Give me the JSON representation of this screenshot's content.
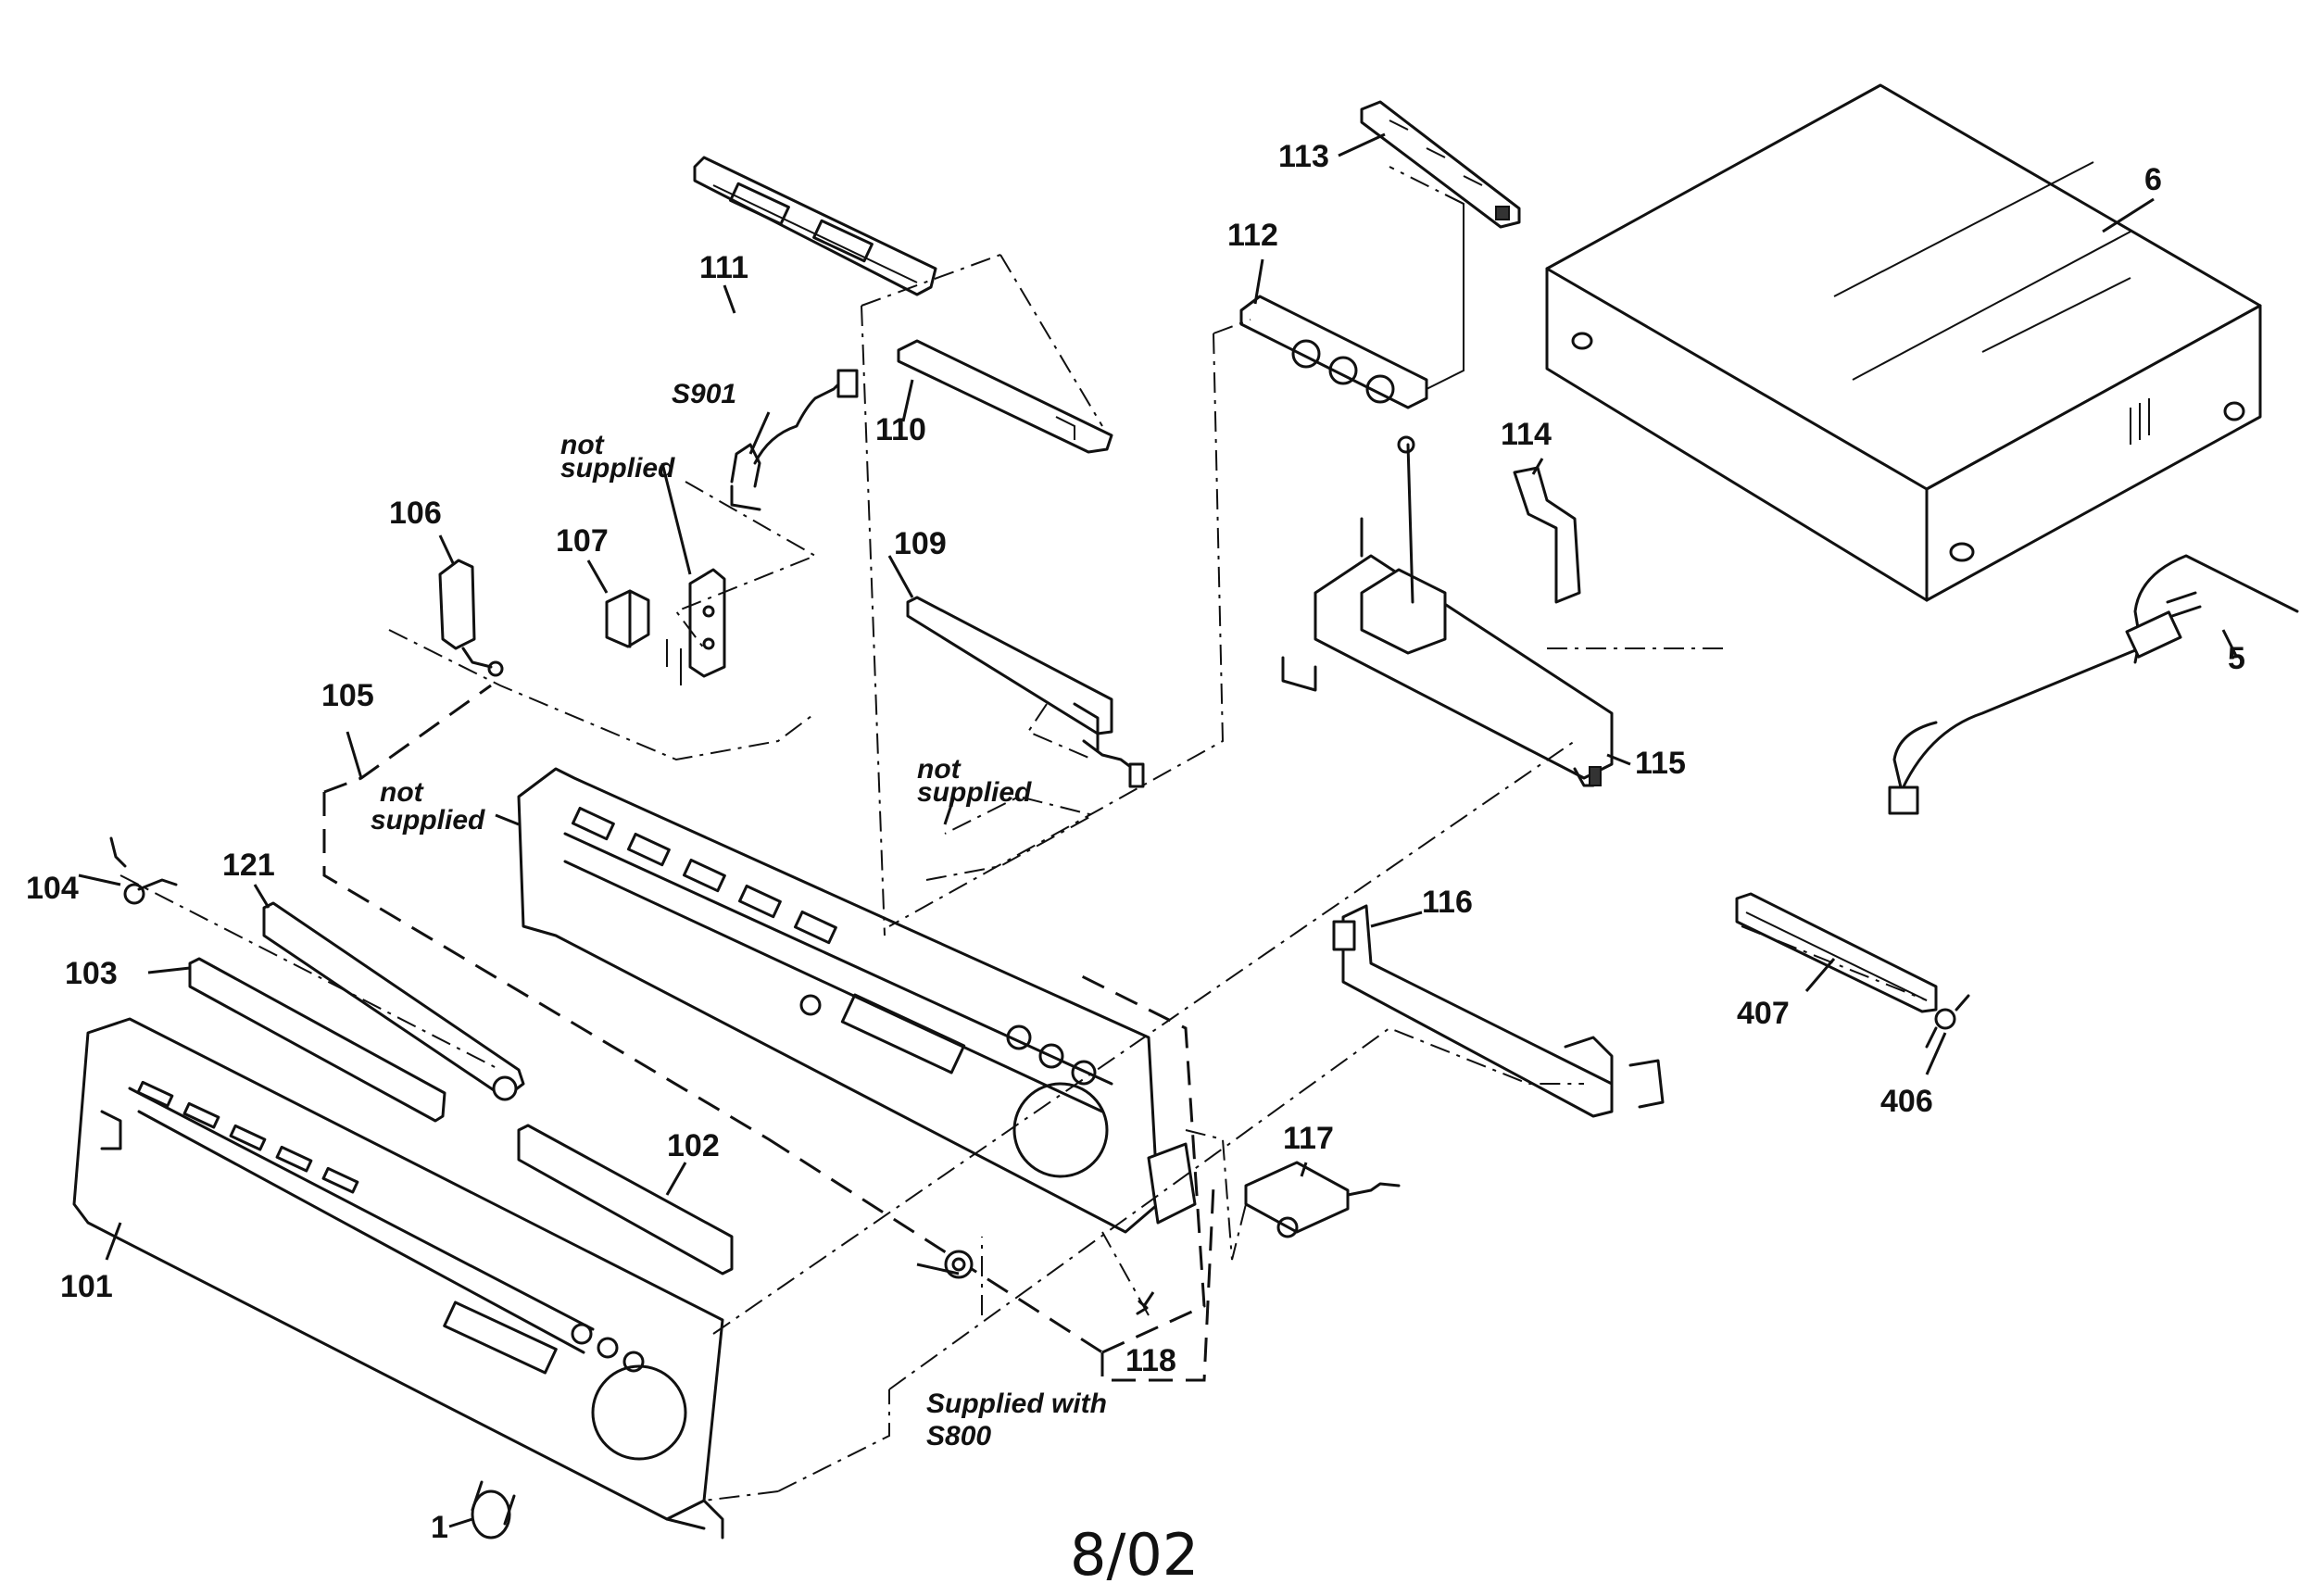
{
  "diagram": {
    "parts": [
      {
        "id": "part-1",
        "label": "1"
      },
      {
        "id": "part-5",
        "label": "5"
      },
      {
        "id": "part-6",
        "label": "6"
      },
      {
        "id": "part-101",
        "label": "101"
      },
      {
        "id": "part-102",
        "label": "102"
      },
      {
        "id": "part-103",
        "label": "103"
      },
      {
        "id": "part-104",
        "label": "104"
      },
      {
        "id": "part-105",
        "label": "105"
      },
      {
        "id": "part-106",
        "label": "106"
      },
      {
        "id": "part-107",
        "label": "107"
      },
      {
        "id": "part-109",
        "label": "109"
      },
      {
        "id": "part-110",
        "label": "110"
      },
      {
        "id": "part-111",
        "label": "111"
      },
      {
        "id": "part-112",
        "label": "112"
      },
      {
        "id": "part-113",
        "label": "113"
      },
      {
        "id": "part-114",
        "label": "114"
      },
      {
        "id": "part-115",
        "label": "115"
      },
      {
        "id": "part-116",
        "label": "116"
      },
      {
        "id": "part-117",
        "label": "117"
      },
      {
        "id": "part-118",
        "label": "118"
      },
      {
        "id": "part-121",
        "label": "121"
      },
      {
        "id": "part-406",
        "label": "406"
      },
      {
        "id": "part-407",
        "label": "407"
      },
      {
        "id": "part-s901",
        "label": "S901"
      }
    ],
    "notes": {
      "not_supplied_1_line1": "not",
      "not_supplied_1_line2": "supplied",
      "not_supplied_2_line1": "not",
      "not_supplied_2_line2": "supplied",
      "not_supplied_3_line1": "not",
      "not_supplied_3_line2": "supplied",
      "supplied_with_line1": "Supplied with",
      "supplied_with_line2": "S800"
    },
    "footer": "8/02"
  }
}
